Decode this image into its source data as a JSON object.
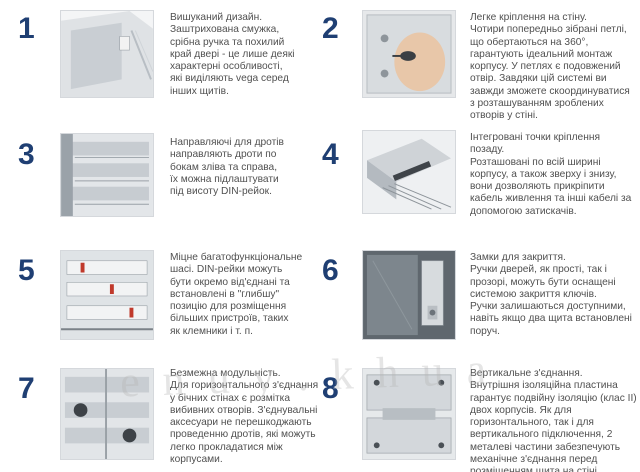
{
  "features": [
    {
      "number": "1",
      "text": "Вишуканий дизайн.\nЗаштрихована смужка,\nсрібна ручка та похилий\nкрай дверi - це лише деякі\nхарактерні особливості,\nякі виділяють vega серед\nінших щитів."
    },
    {
      "number": "2",
      "text": "Легке кріплення на стіну.\nЧотири попередньо зібрані петлі,\nщо обертаються на 360°,\nгарантують ідеальний монтаж\nкорпусу. У петлях є подовжений\nотвір. Завдяки цій системі ви\nзавжди зможете скоординуватися\nз розташуванням зроблених\nотворів у стіні."
    },
    {
      "number": "3",
      "text": "Направляючі для дротів\nнаправляють дроти по\nбокам зліва та справа,\nїх можна підлаштувати\nпід висоту DIN-рейок."
    },
    {
      "number": "4",
      "text": "Інтегровані точки кріплення\nпозаду.\nРозташовані по всій ширині\nкорпусу, а також зверху і знизу,\nвони дозволяють прикріпити\nкабель живлення та інші кабелі за\nдопомогою затискачів."
    },
    {
      "number": "5",
      "text": "Міцне багатофункціональне\nшасі. DIN-рейки можуть\nбути окремо від'єднані та\nвстановлені в \"глибшу\"\nпозицію для розміщення\nбільших пристроїв, таких\nяк клемники і т. п."
    },
    {
      "number": "6",
      "text": "Замки для закриття.\nРучки дверей, як прості, так і\nпрозорі, можуть бути оснащені\nсистемою закриття ключів.\nРучки залишаються доступними,\nнавіть якщо два щита встановлені\nпоруч."
    },
    {
      "number": "7",
      "text": "Безмежна модульність.\nДля горизонтального з'єднання\nу бічних стінах є розмітка\nвибивних отворів. З'єднувальні\nаксесуари не перешкоджають\nпроведенню дротів, які можуть\nлегко прокладатися між\nкорпусами."
    },
    {
      "number": "8",
      "text": "Вертикальне з'єднання.\nВнутрішня ізоляційна пластина\nгарантує подвійну ізоляцію (клас II)\nдвох корпусів. Як для\nгоризонтального, так і для\nвертикального підключення, 2\nметалеві частини забезпечують\nмеханічне з'єднання перед\nрозміщенням щита на стіні."
    }
  ],
  "watermark": "e n u y . k h u a"
}
